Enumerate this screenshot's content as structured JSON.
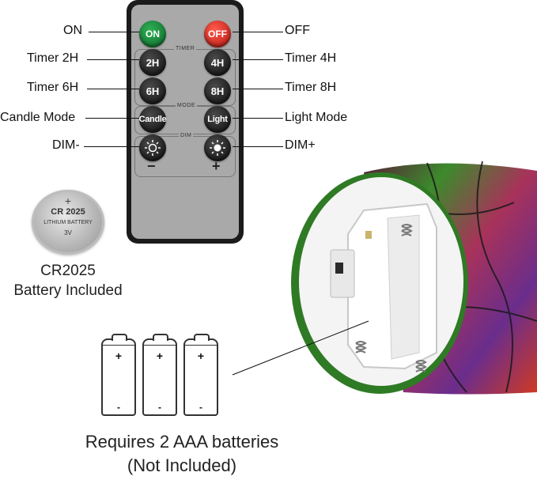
{
  "remote": {
    "on": "ON",
    "off": "OFF",
    "timer_group": "TIMER",
    "mode_group": "MODE",
    "dim_group": "DIM",
    "k2h": "2H",
    "k4h": "4H",
    "k6h": "6H",
    "k8h": "8H",
    "candle": "Candle",
    "light": "Light",
    "minus": "−",
    "plus": "+"
  },
  "labels": {
    "on": "ON",
    "off": "OFF",
    "timer2h": "Timer 2H",
    "timer4h": "Timer 4H",
    "timer6h": "Timer 6H",
    "timer8h": "Timer 8H",
    "candle_mode": "Candle Mode",
    "light_mode": "Light Mode",
    "dim_minus": "DIM-",
    "dim_plus": "DIM+"
  },
  "coin_battery": {
    "plus": "+",
    "model": "CR 2025",
    "brand": "LITHIUM BATTERY",
    "voltage": "3V",
    "caption_line1": "CR2025",
    "caption_line2": "Battery Included"
  },
  "aaa": {
    "plus": "+",
    "minus": "-",
    "caption_line1": "Requires 2 AAA batteries",
    "caption_line2": "(Not Included)"
  },
  "colors": {
    "on_key": "#1a8c3c",
    "off_key": "#d8281c",
    "remote_body": "#1b1b1b",
    "remote_face": "#a9a9a9"
  }
}
